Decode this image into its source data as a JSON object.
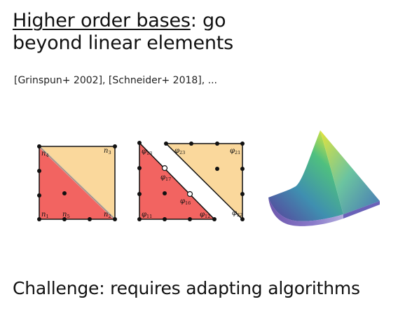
{
  "slide": {
    "title_underlined": "Higher order bases",
    "title_rest_line1": ": go",
    "title_line2": "beyond linear elements",
    "references": "[Grinspun+ 2002], [Schneider+ 2018], ...",
    "footer": "Challenge: requires adapting algorithms"
  },
  "figure": {
    "left_labels": [
      {
        "base": "n",
        "sub": "4"
      },
      {
        "base": "n",
        "sub": "3"
      },
      {
        "base": "n",
        "sub": "1"
      },
      {
        "base": "n",
        "sub": "5"
      },
      {
        "base": "n",
        "sub": "2"
      }
    ],
    "mid_labels": [
      {
        "base": "φ",
        "sub": "13"
      },
      {
        "base": "φ",
        "sub": "17"
      },
      {
        "base": "φ",
        "sub": "16"
      },
      {
        "base": "φ",
        "sub": "11"
      },
      {
        "base": "φ",
        "sub": "12"
      },
      {
        "base": "φ",
        "sub": "23"
      },
      {
        "base": "φ",
        "sub": "21"
      },
      {
        "base": "φ",
        "sub": "22"
      }
    ],
    "colors": {
      "red": "#f26461",
      "yellow": "#fad89c",
      "stroke": "#111111"
    }
  }
}
